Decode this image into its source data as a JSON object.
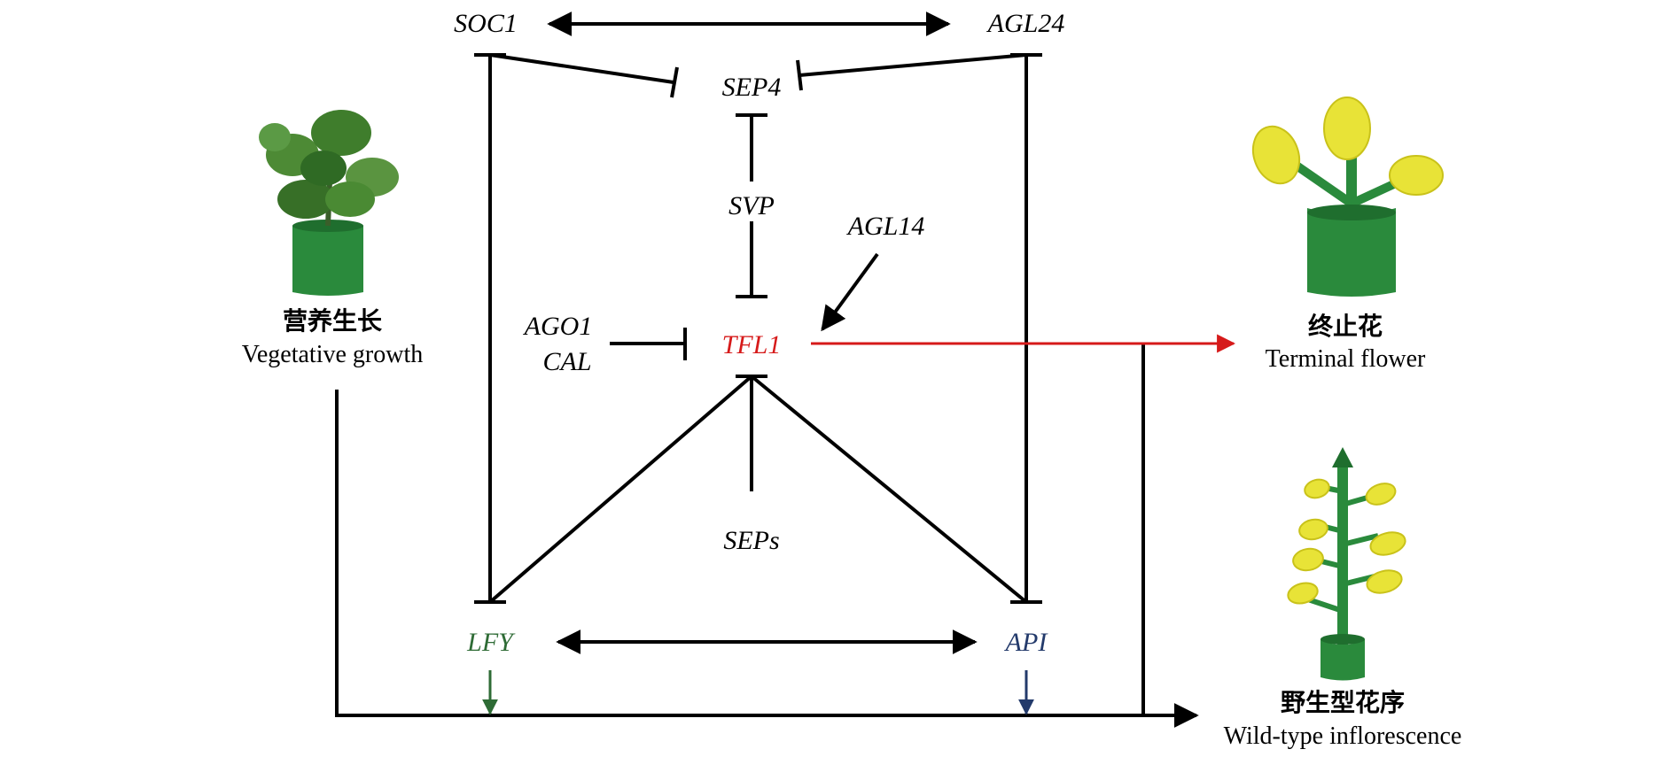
{
  "colors": {
    "line": "#000000",
    "highlight": "#d61a1a",
    "lfy": "#2e6b35",
    "ap1": "#233a6b",
    "plant_green": "#2a8a3c",
    "flower_yellow": "#e8e337"
  },
  "genes": {
    "soc1": "SOC1",
    "agl24": "AGL24",
    "sep4": "SEP4",
    "svp": "SVP",
    "agl14": "AGL14",
    "ago1": "AGO1",
    "cal": "CAL",
    "tfl1": "TFL1",
    "seps": "SEPs",
    "lfy": "LFY",
    "ap1": "API"
  },
  "phenotypes": {
    "vegetative": {
      "cn": "营养生长",
      "en": "Vegetative growth",
      "icon": "vegetative-plant-icon"
    },
    "terminal": {
      "cn": "终止花",
      "en": "Terminal flower",
      "icon": "terminal-flower-icon"
    },
    "wildtype": {
      "cn": "野生型花序",
      "en": "Wild-type inflorescence",
      "icon": "inflorescence-icon"
    }
  }
}
